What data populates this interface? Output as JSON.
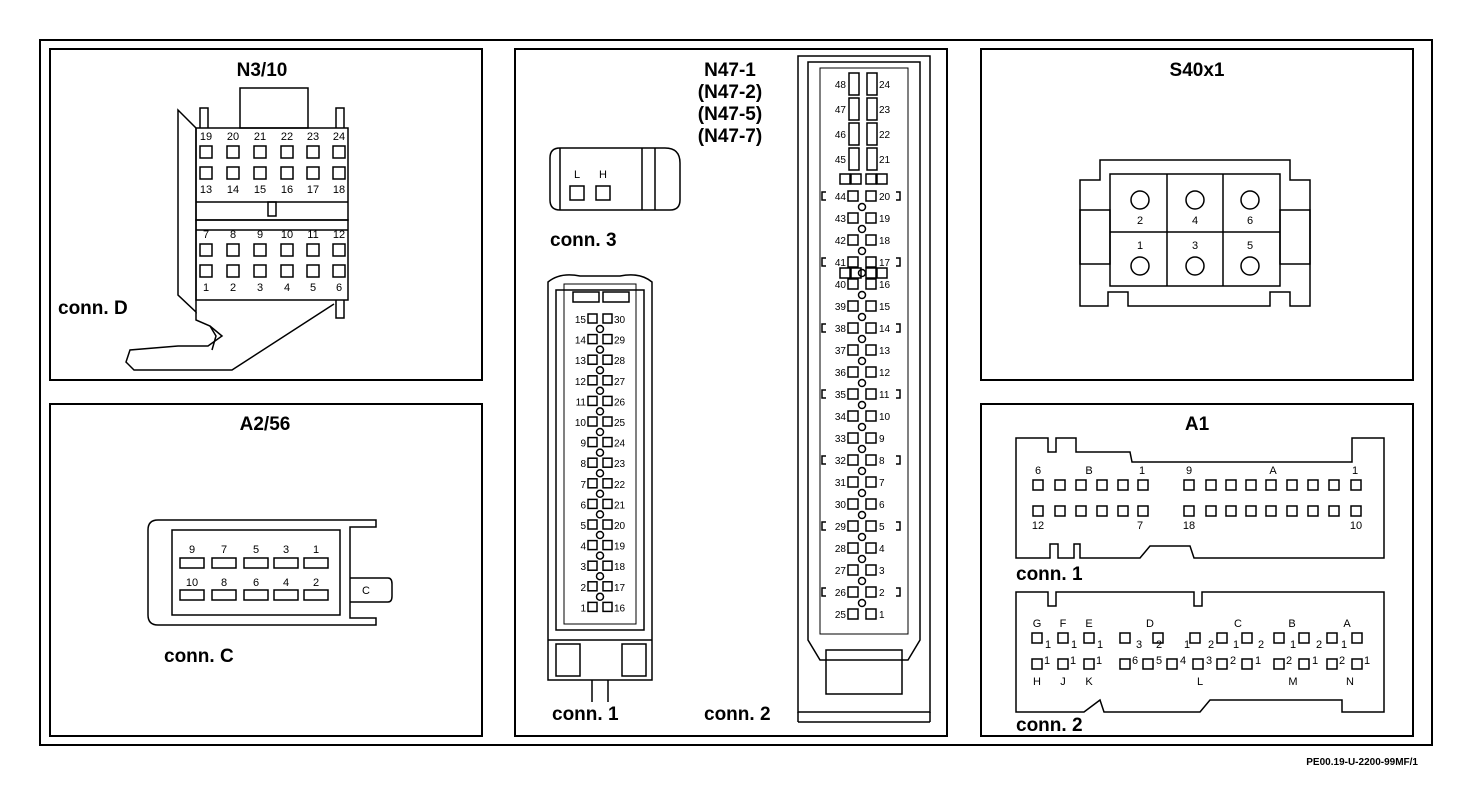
{
  "reference": "PE00.19-U-2200-99MF/1",
  "panels": {
    "n310": {
      "title": "N3/10",
      "connector_label": "conn. D",
      "top_row1": [
        "19",
        "20",
        "21",
        "22",
        "23",
        "24"
      ],
      "top_row2": [
        "13",
        "14",
        "15",
        "16",
        "17",
        "18"
      ],
      "bot_row1": [
        "7",
        "8",
        "9",
        "10",
        "11",
        "12"
      ],
      "bot_row2": [
        "1",
        "2",
        "3",
        "4",
        "5",
        "6"
      ]
    },
    "a256": {
      "title": "A2/56",
      "connector_label": "conn. C",
      "row_top": [
        "9",
        "7",
        "5",
        "3",
        "1"
      ],
      "row_bottom": [
        "10",
        "8",
        "6",
        "4",
        "2"
      ],
      "tab_label": "C"
    },
    "n47": {
      "titles": [
        "N47-1",
        "(N47-2)",
        "(N47-5)",
        "(N47-7)"
      ],
      "conn3_label": "conn. 3",
      "conn3_pins": [
        "L",
        "H"
      ],
      "conn1_label": "conn. 1",
      "conn2_label": "conn. 2",
      "conn1_left": [
        "15",
        "14",
        "13",
        "12",
        "11",
        "10",
        "9",
        "8",
        "7",
        "6",
        "5",
        "4",
        "3",
        "2",
        "1"
      ],
      "conn1_right": [
        "30",
        "29",
        "28",
        "27",
        "26",
        "25",
        "24",
        "23",
        "22",
        "21",
        "20",
        "19",
        "18",
        "17",
        "16"
      ],
      "conn2_top_left": [
        "48",
        "47",
        "46",
        "45"
      ],
      "conn2_top_right": [
        "24",
        "23",
        "22",
        "21"
      ],
      "conn2_left": [
        "44",
        "43",
        "42",
        "41",
        "40",
        "39",
        "38",
        "37",
        "36",
        "35",
        "34",
        "33",
        "32",
        "31",
        "30",
        "29",
        "28",
        "27",
        "26",
        "25"
      ],
      "conn2_right": [
        "20",
        "19",
        "18",
        "17",
        "16",
        "15",
        "14",
        "13",
        "12",
        "11",
        "10",
        "9",
        "8",
        "7",
        "6",
        "5",
        "4",
        "3",
        "2",
        "1"
      ]
    },
    "s40x1": {
      "title": "S40x1",
      "top_row": [
        "2",
        "4",
        "6"
      ],
      "bottom_row": [
        "1",
        "3",
        "5"
      ]
    },
    "a1": {
      "title": "A1",
      "conn1_label": "conn. 1",
      "conn2_label": "conn. 2",
      "conn1_top_labels": [
        "6",
        "B",
        "1",
        "9",
        "A",
        "1"
      ],
      "conn1_bottom_labels": [
        "12",
        "7",
        "18",
        "10"
      ],
      "conn2_top_labels": [
        "G",
        "F",
        "E",
        "D",
        "C",
        "B",
        "A"
      ],
      "conn2_bottom_labels": [
        "H",
        "J",
        "K",
        "L",
        "M",
        "N"
      ],
      "conn2_sub_row1": [
        "1",
        "1",
        "1",
        "3",
        "2",
        "1",
        "2",
        "1",
        "2",
        "1",
        "2",
        "1"
      ],
      "conn2_sub_row2": [
        "1",
        "1",
        "1",
        "6",
        "5",
        "4",
        "3",
        "2",
        "1",
        "2",
        "1",
        "2",
        "1"
      ]
    }
  }
}
